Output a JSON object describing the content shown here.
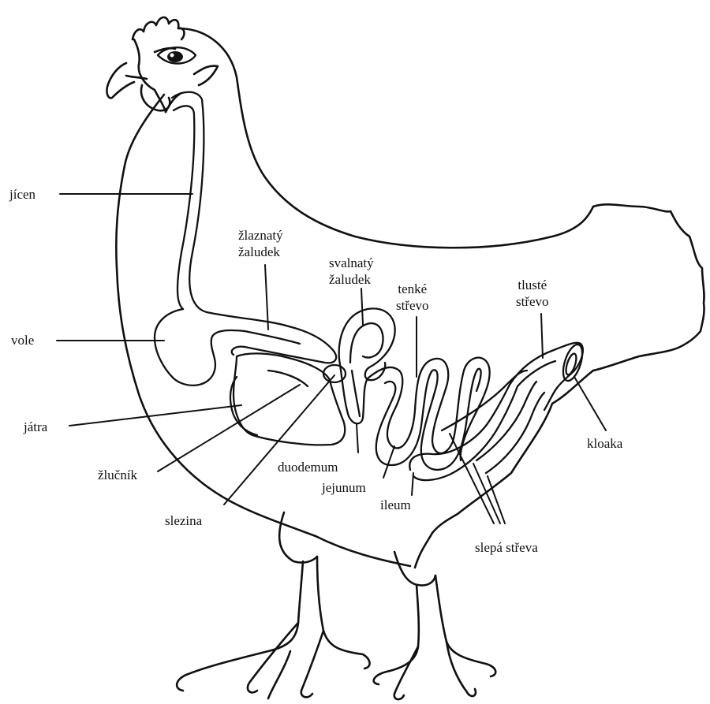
{
  "labels": {
    "jicen": "jícen",
    "vole": "vole",
    "jatra": "játra",
    "zlucnik": "žlučník",
    "slezina": "slezina",
    "zlaznaty_zaludek": [
      "žlaznatý",
      "žaludek"
    ],
    "svalnaty_zaludek": [
      "svalnatý",
      "žaludek"
    ],
    "tenke_strevo": [
      "tenké",
      "střevo"
    ],
    "tluste_strevo": [
      "tlusté",
      "střevo"
    ],
    "kloaka": "kloaka",
    "duodemum": "duodemum",
    "jejunum": "jejunum",
    "ileum": "ileum",
    "slepa_streva": "slepá střeva"
  },
  "colors": {
    "line": "#111111",
    "background": "#ffffff"
  }
}
